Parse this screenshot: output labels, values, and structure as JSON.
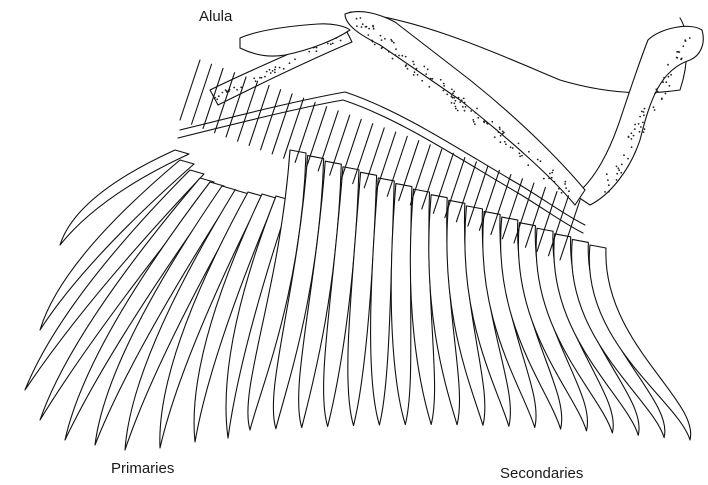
{
  "labels": {
    "alula": "Alula",
    "primaries": "Primaries",
    "secondaries": "Secondaries"
  },
  "colors": {
    "line": "#111111",
    "background": "#ffffff"
  }
}
